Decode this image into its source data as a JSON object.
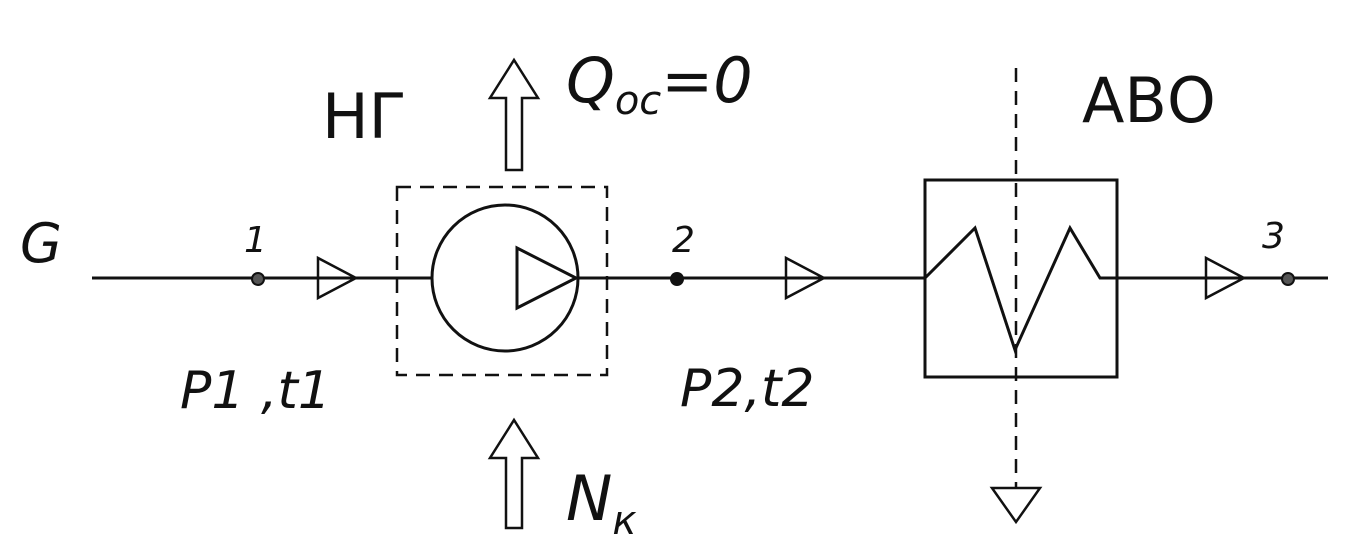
{
  "labels": {
    "flow": "G",
    "point_1": "1",
    "point_2": "2",
    "point_3": "3",
    "inlet_params": "P1 ,t1",
    "outlet_params": "P2,t2",
    "heat_out": "Q",
    "heat_out_sub": "ос",
    "heat_out_value": "=0",
    "power_in": "N",
    "power_in_sub": "к",
    "compressor_unit": "НГ",
    "cooler_unit": "АВО"
  },
  "colors": {
    "ink": "#111111",
    "background": "#ffffff"
  }
}
